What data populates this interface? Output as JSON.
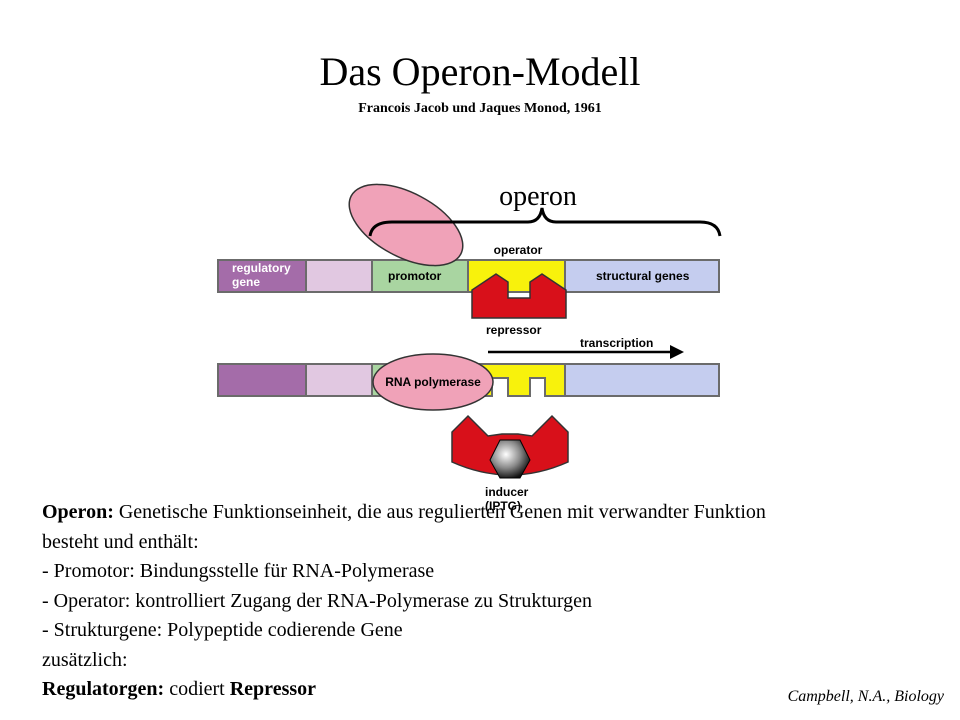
{
  "title": "Das Operon-Modell",
  "subtitle": "Francois Jacob und Jaques Monod, 1961",
  "diagram": {
    "operon_label": "operon",
    "operator_label": "operator",
    "regulatory_gene_label_line1": "regulatory",
    "regulatory_gene_label_line2": "gene",
    "promotor_label": "promotor",
    "structural_genes_label": "structural genes",
    "repressor_label": "repressor",
    "transcription_label": "transcription",
    "rna_polymerase_label": "RNA polymerase",
    "inducer_label_line1": "inducer",
    "inducer_label_line2": "(IPTG)",
    "colors": {
      "regulatory": "#a46ca9",
      "spacer": "#e1c8e1",
      "promotor": "#a9d5a1",
      "operator": "#f8f20c",
      "structural": "#c5cdef",
      "repressor": "#d8101a",
      "polymerase": "#f0a2b8"
    }
  },
  "text": {
    "operon_term": "Operon:",
    "operon_def": " Genetische Funktionseinheit, die aus regulierten Genen mit verwandter Funktion",
    "operon_def_cont": "besteht und enthält:",
    "item_promotor": "- Promotor: Bindungsstelle für RNA-Polymerase",
    "item_operator": "- Operator: kontrolliert Zugang der RNA-Polymerase zu Strukturgen",
    "item_struktur": "- Strukturgene: Polypeptide codierende Gene",
    "additional": "zusätzlich:",
    "regulator_term": "Regulatorgen:",
    "codiert": " codiert ",
    "repressor_term": "Repressor"
  },
  "credit": "Campbell, N.A., Biology"
}
